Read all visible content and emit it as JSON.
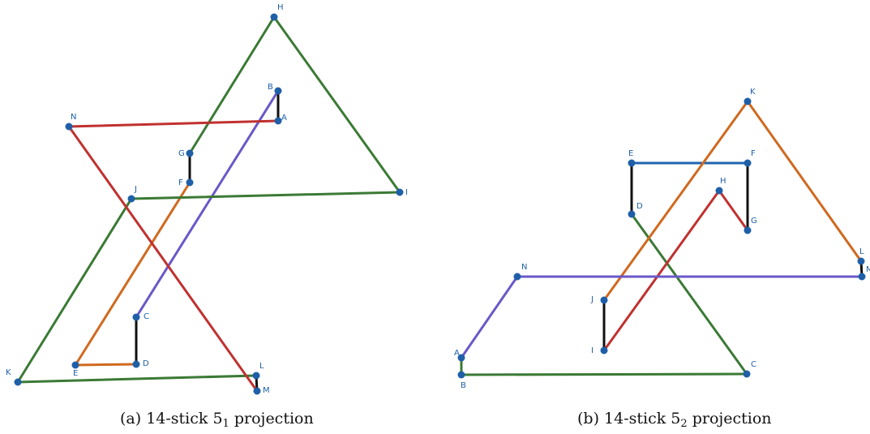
{
  "colors": {
    "green": "#3b7a35",
    "red": "#c0312f",
    "purple": "#6a58c8",
    "orange": "#d0691f",
    "blue": "#1f64b0",
    "black": "#111111",
    "node": "#1f5fa8"
  },
  "diagrams": [
    {
      "id": "a",
      "caption": {
        "prefix": "(a) 14-stick 5",
        "sub": "1",
        "suffix": " projection"
      },
      "vertices": [
        "A",
        "B",
        "C",
        "D",
        "E",
        "F",
        "G",
        "H",
        "I",
        "J",
        "K",
        "L",
        "M",
        "N"
      ],
      "sticks": [
        {
          "from": "A",
          "to": "B",
          "color": "black"
        },
        {
          "from": "B",
          "to": "C",
          "color": "purple"
        },
        {
          "from": "C",
          "to": "D",
          "color": "black"
        },
        {
          "from": "D",
          "to": "E",
          "color": "orange"
        },
        {
          "from": "E",
          "to": "F",
          "color": "orange"
        },
        {
          "from": "F",
          "to": "G",
          "color": "black"
        },
        {
          "from": "G",
          "to": "H",
          "color": "green"
        },
        {
          "from": "H",
          "to": "I",
          "color": "green"
        },
        {
          "from": "I",
          "to": "J",
          "color": "green"
        },
        {
          "from": "J",
          "to": "K",
          "color": "green"
        },
        {
          "from": "K",
          "to": "L",
          "color": "green"
        },
        {
          "from": "L",
          "to": "M",
          "color": "black"
        },
        {
          "from": "M",
          "to": "N",
          "color": "red"
        },
        {
          "from": "N",
          "to": "A",
          "color": "red"
        }
      ]
    },
    {
      "id": "b",
      "caption": {
        "prefix": "(b) 14-stick 5",
        "sub": "2",
        "suffix": " projection"
      },
      "vertices": [
        "A",
        "B",
        "C",
        "D",
        "E",
        "F",
        "G",
        "H",
        "I",
        "J",
        "K",
        "L",
        "M",
        "N"
      ],
      "sticks": [
        {
          "from": "A",
          "to": "B",
          "color": "green"
        },
        {
          "from": "B",
          "to": "C",
          "color": "green"
        },
        {
          "from": "C",
          "to": "D",
          "color": "green"
        },
        {
          "from": "D",
          "to": "E",
          "color": "black"
        },
        {
          "from": "E",
          "to": "F",
          "color": "blue"
        },
        {
          "from": "F",
          "to": "G",
          "color": "black"
        },
        {
          "from": "G",
          "to": "H",
          "color": "red"
        },
        {
          "from": "H",
          "to": "I",
          "color": "red"
        },
        {
          "from": "I",
          "to": "J",
          "color": "black"
        },
        {
          "from": "J",
          "to": "K",
          "color": "orange"
        },
        {
          "from": "K",
          "to": "L",
          "color": "orange"
        },
        {
          "from": "L",
          "to": "M",
          "color": "black"
        },
        {
          "from": "M",
          "to": "N",
          "color": "purple"
        },
        {
          "from": "N",
          "to": "A",
          "color": "purple"
        }
      ]
    }
  ]
}
